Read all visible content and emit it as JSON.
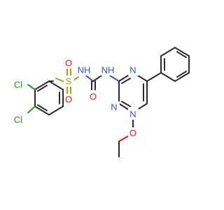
{
  "molecule": {
    "atoms": {
      "cl1": {
        "text": "Cl",
        "color": "#1f9a1f"
      },
      "cl2": {
        "text": "Cl",
        "color": "#1f9a1f"
      },
      "s": {
        "text": "S",
        "color": "#b2a000"
      },
      "o_s_top": {
        "text": "O",
        "color": "#ff0d0d"
      },
      "o_s_bottom": {
        "text": "O",
        "color": "#ff0d0d"
      },
      "nh1": {
        "text": "NH",
        "color": "#3050f8"
      },
      "nh2": {
        "text": "NH",
        "color": "#3050f8"
      },
      "o_carbonyl": {
        "text": "O",
        "color": "#ff0d0d"
      },
      "n_ring_top": {
        "text": "N",
        "color": "#3050f8"
      },
      "n_ring_left": {
        "text": "N",
        "color": "#3050f8"
      },
      "n_ring_bottom": {
        "text": "N",
        "color": "#3050f8"
      },
      "o_ether": {
        "text": "O",
        "color": "#ff0d0d"
      }
    }
  }
}
